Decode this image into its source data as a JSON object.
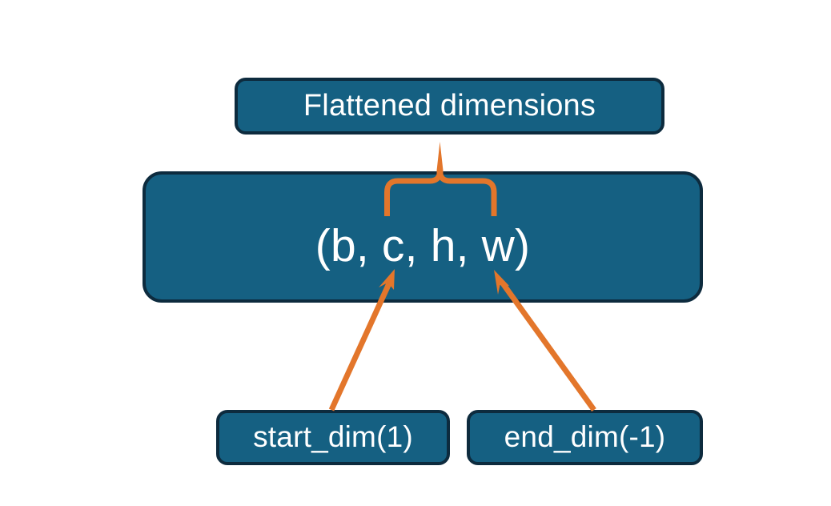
{
  "diagram": {
    "title_node": {
      "label": "Flattened dimensions"
    },
    "shape_node": {
      "label": "(b, c, h, w)"
    },
    "start_node": {
      "label": "start_dim(1)"
    },
    "end_node": {
      "label": "end_dim(-1)"
    },
    "connectors": {
      "brace_name": "curly-brace-up",
      "start_arrow_name": "arrow-start-dim-to-c",
      "end_arrow_name": "arrow-end-dim-to-w"
    },
    "colors": {
      "node_fill": "#156082",
      "node_border": "#0d2b3e",
      "accent_orange": "#E3762B",
      "text": "#ffffff",
      "background": "#ffffff"
    }
  }
}
